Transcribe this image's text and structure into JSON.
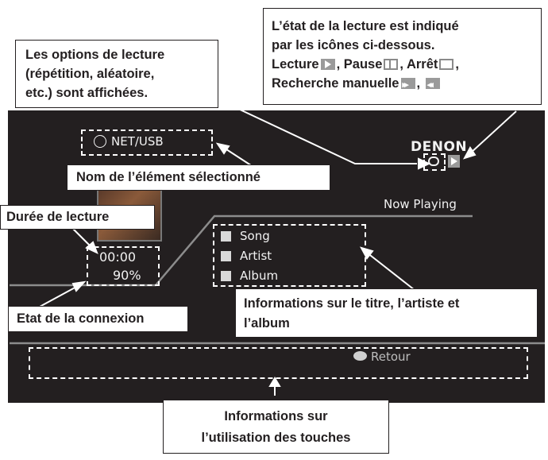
{
  "callouts": {
    "playback_status": {
      "line1": "L’état de la lecture est indiqué",
      "line2": "par les icônes ci-dessous.",
      "play": "Lecture",
      "pause": ", Pause",
      "stop": ", Arrêt",
      "stop_after": ",",
      "search": "Recherche manuelle",
      "search_after": ","
    },
    "playback_options": {
      "line1": "Les options de lecture",
      "line2": "(répétition, aléatoire,",
      "line3": "etc.) sont affichées."
    },
    "selected_item": "Nom de l’élément sélectionné",
    "play_time": "Durée de lecture",
    "connection": "Etat de la connexion",
    "track_info": {
      "line1": "Informations sur le titre, l’artiste et",
      "line2": "l’album"
    },
    "key_info": {
      "line1": "Informations sur",
      "line2": "l’utilisation des touches"
    }
  },
  "screen": {
    "source": "NET/USB",
    "brand": "DENON",
    "now_playing": "Now Playing",
    "time": "00:00",
    "buffer": "90%",
    "song": "Song",
    "artist": "Artist",
    "album": "Album",
    "back": "Retour"
  },
  "colors": {
    "screen_bg": "#231f20",
    "screen_text": "#f2f2f2",
    "accent_line": "#8c8c8c"
  }
}
